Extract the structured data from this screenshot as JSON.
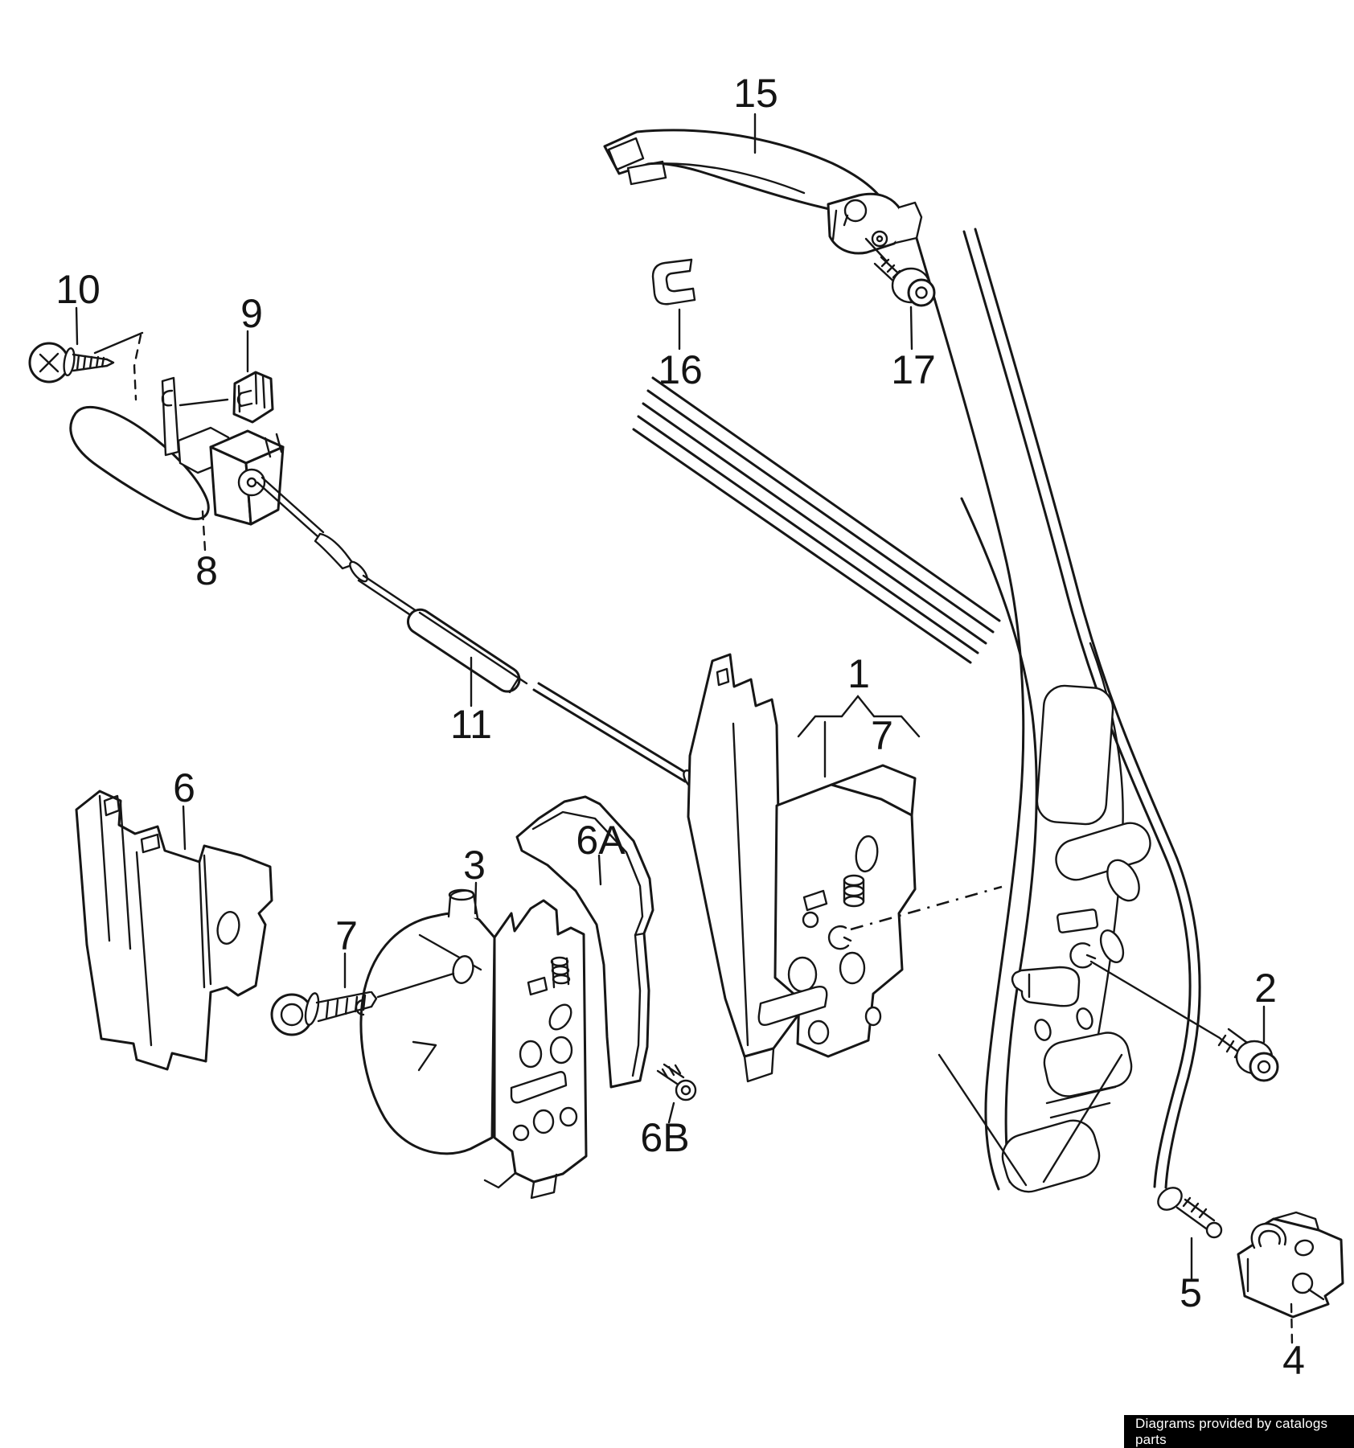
{
  "figure": {
    "background": "#ffffff",
    "line_color": "#161616"
  },
  "labels": [
    {
      "part": "exterior-handle",
      "text": "15"
    },
    {
      "part": "handle-clip",
      "text": "16"
    },
    {
      "part": "handle-screw",
      "text": "17"
    },
    {
      "part": "interior-handle-screw",
      "text": "10"
    },
    {
      "part": "cable-clip",
      "text": "9"
    },
    {
      "part": "interior-handle",
      "text": "8"
    },
    {
      "part": "bowden-cable",
      "text": "11"
    },
    {
      "part": "door-lock",
      "text": "1"
    },
    {
      "part": "door-lock-screw",
      "text": "7"
    },
    {
      "part": "lock-carrier",
      "text": "6"
    },
    {
      "part": "lock-unit",
      "text": "3"
    },
    {
      "part": "lock-gasket",
      "text": "6A"
    },
    {
      "part": "lock-bolt",
      "text": "7"
    },
    {
      "part": "gasket-screw",
      "text": "6B"
    },
    {
      "part": "pillar-screw",
      "text": "2"
    },
    {
      "part": "striker-screw",
      "text": "5"
    },
    {
      "part": "striker",
      "text": "4"
    }
  ],
  "footer": {
    "text": "Diagrams provided by catalogs parts",
    "background": "#000000",
    "text_color": "#ffffff"
  }
}
